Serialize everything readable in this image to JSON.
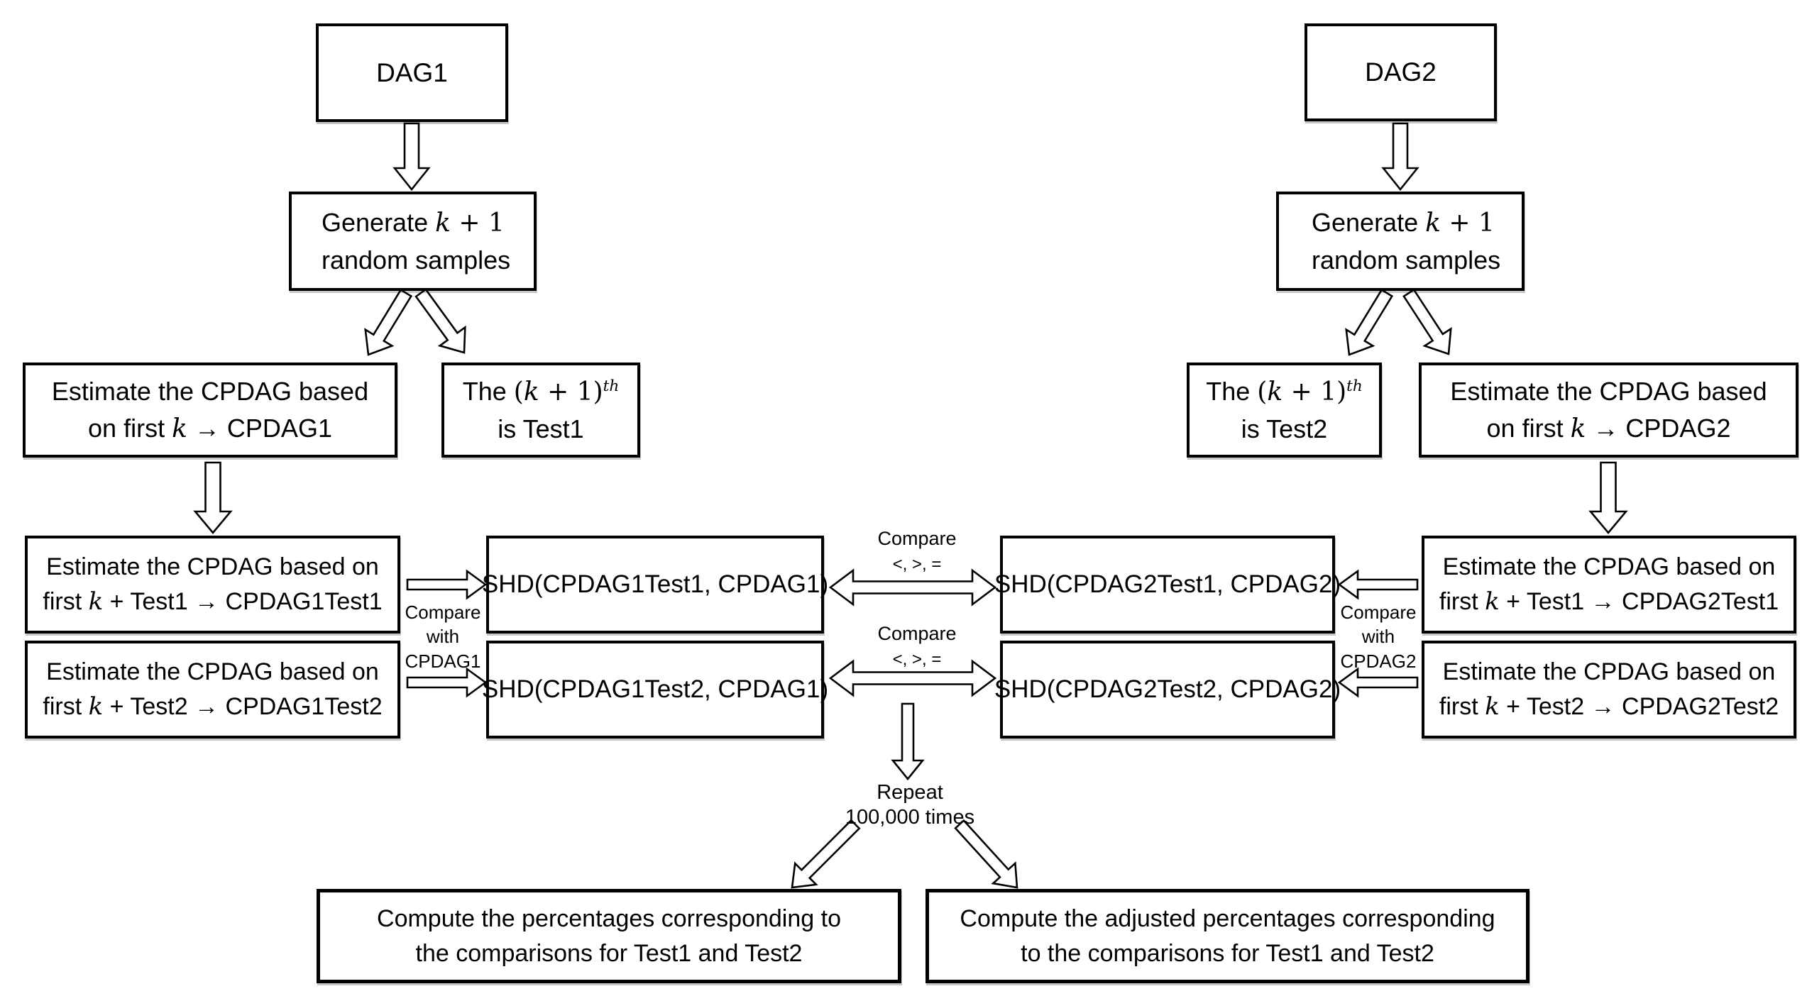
{
  "colors": {
    "ink": "#000000",
    "paper": "#ffffff"
  },
  "nodes": {
    "dag1": {
      "label": "DAG1"
    },
    "dag2": {
      "label": "DAG2"
    },
    "gen1": {
      "l1a": "Generate ",
      "l1k": "k",
      "l1b": " + 1",
      "l2": "random samples"
    },
    "gen2": {
      "l1a": "Generate ",
      "l1k": "k",
      "l1b": " + 1",
      "l2": "random samples"
    },
    "estc1": {
      "l1": "Estimate the CPDAG based",
      "l2a": "on first ",
      "l2k": "k",
      "l2arr": " → ",
      "l2b": "CPDAG1"
    },
    "estc2": {
      "l1": "Estimate the CPDAG based",
      "l2a": "on first ",
      "l2k": "k",
      "l2arr": " → ",
      "l2b": "CPDAG2"
    },
    "test1": {
      "l1a": "The ",
      "l1f": "(",
      "l1k": "k",
      "l1g": " + 1)",
      "l1sup": "th",
      "l2": "is Test1"
    },
    "test2": {
      "l1a": "The ",
      "l1f": "(",
      "l1k": "k",
      "l1g": " + 1)",
      "l1sup": "th",
      "l2": "is Test2"
    },
    "e11": {
      "l1": "Estimate the CPDAG based on",
      "l2a": "first ",
      "l2k": "k",
      "l2b": " + Test1",
      "l2arr": " → ",
      "l2c": "CPDAG1Test1"
    },
    "e12": {
      "l1": "Estimate the CPDAG based on",
      "l2a": "first ",
      "l2k": "k",
      "l2b": " + Test2",
      "l2arr": " → ",
      "l2c": "CPDAG1Test2"
    },
    "e21": {
      "l1": "Estimate the CPDAG based on",
      "l2a": "first ",
      "l2k": "k",
      "l2b": " + Test1",
      "l2arr": " → ",
      "l2c": "CPDAG2Test1"
    },
    "e22": {
      "l1": "Estimate the CPDAG based on",
      "l2a": "first ",
      "l2k": "k",
      "l2b": " + Test2",
      "l2arr": " → ",
      "l2c": "CPDAG2Test2"
    },
    "shd11": {
      "label": "SHD(CPDAG1Test1, CPDAG1)"
    },
    "shd12": {
      "label": "SHD(CPDAG1Test2, CPDAG1)"
    },
    "shd21": {
      "label": "SHD(CPDAG2Test1, CPDAG2)"
    },
    "shd22": {
      "label": "SHD(CPDAG2Test2, CPDAG2)"
    },
    "compL": {
      "l1": "Compute the percentages corresponding to",
      "l2": "the comparisons for Test1 and Test2"
    },
    "compR": {
      "l1": "Compute the adjusted percentages corresponding",
      "l2": "to the comparisons for Test1 and Test2"
    }
  },
  "labels": {
    "cmp1": {
      "l1": "Compare",
      "l2": "<, >, ="
    },
    "cmp2": {
      "l1": "Compare",
      "l2": "<, >, ="
    },
    "cw1": {
      "l1": "Compare",
      "l2": "with",
      "l3": "CPDAG1"
    },
    "cw2": {
      "l1": "Compare",
      "l2": "with",
      "l3": "CPDAG2"
    },
    "repeat": {
      "l1": "Repeat",
      "l2": "100,000 times"
    }
  }
}
